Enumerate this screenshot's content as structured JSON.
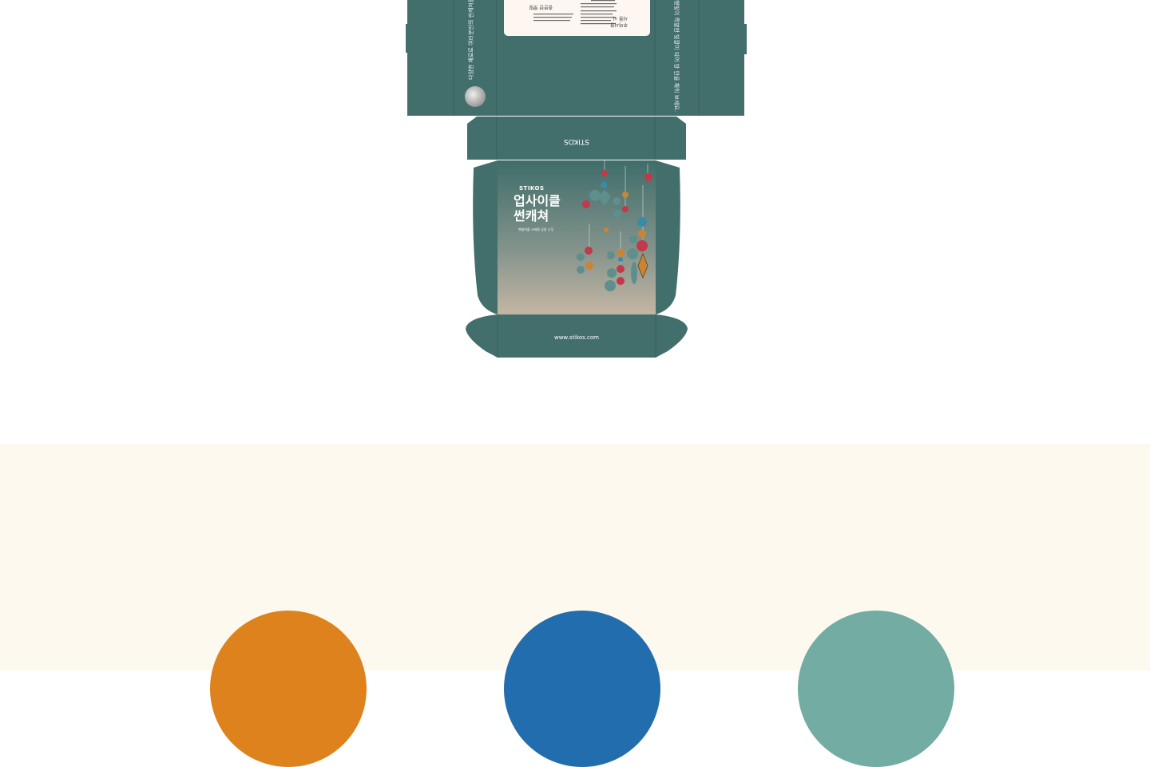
{
  "box": {
    "brand_back": "STIKOS",
    "brand_front": "STIKOS",
    "title_line1": "업사이클",
    "title_line2": "썬캐쳐",
    "subtitle": "햇살마을 크레용 공방 나무",
    "website": "www.stikos.com",
    "label_heading_1": "사용 시",
    "label_heading_2": "주의사항",
    "label_heading_3": "충분한 햇빛",
    "side_text_left": "다양한 재료로 여러분만의 썬캐쳐를 만들어 보세요",
    "side_text_right": "햇빛이 특별한 빛깔이 되어 방 안을 채워 보세요.",
    "colors": {
      "box_teal": "#426e6c",
      "label_bg": "#fdf6f1",
      "front_gradient_top": "#3f6d6a",
      "front_gradient_bottom": "#bfb2a2"
    }
  },
  "palette": {
    "band_bg": "#fdf9ef",
    "swatches": [
      {
        "name": "orange",
        "hex": "#de821e"
      },
      {
        "name": "blue",
        "hex": "#226dae"
      },
      {
        "name": "teal",
        "hex": "#73aca3"
      }
    ]
  }
}
